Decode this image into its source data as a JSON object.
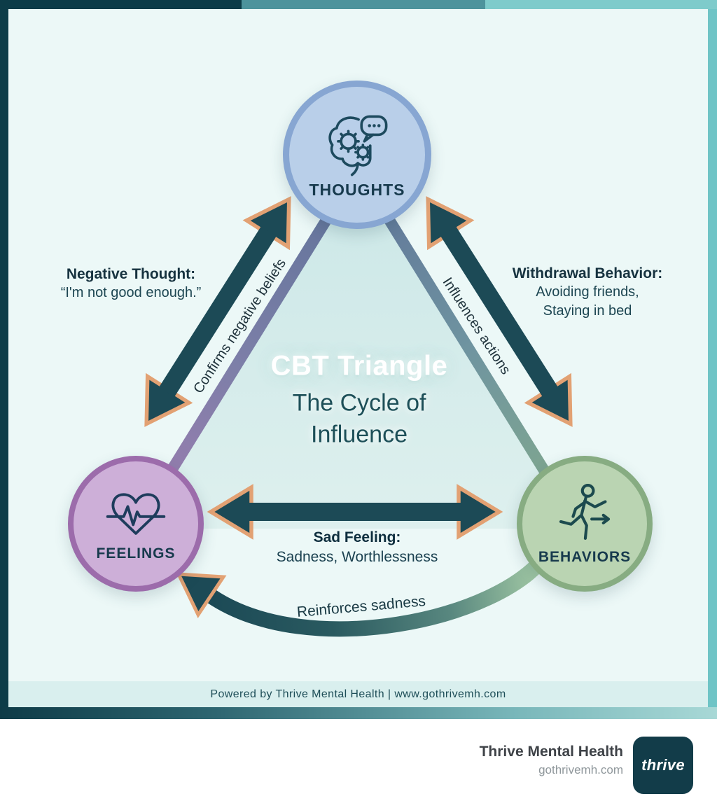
{
  "diagram": {
    "title": "CBT Triangle",
    "subtitle": [
      "The Cycle of",
      "Influence"
    ],
    "nodes": {
      "thoughts": {
        "label": "THOUGHTS",
        "icon": "brain-gears-icon"
      },
      "feelings": {
        "label": "FEELINGS",
        "icon": "heart-pulse-icon"
      },
      "behaviors": {
        "label": "BEHAVIORS",
        "icon": "running-person-icon"
      }
    },
    "edges": {
      "feelings_to_thoughts": "Confirms negative beliefs",
      "thoughts_to_behaviors": "Influences actions",
      "feelings_behaviors_title": "Sad Feeling:",
      "feelings_behaviors_sub": "Sadness, Worthlessness",
      "behaviors_to_feelings": "Reinforces sadness"
    },
    "annotations": {
      "negative_thought_title": "Negative Thought:",
      "negative_thought_quote": "“I'm not good enough.”",
      "withdrawal_title": "Withdrawal Behavior:",
      "withdrawal_line1": "Avoiding friends,",
      "withdrawal_line2": "Staying in bed"
    }
  },
  "powered_bar": "Powered by Thrive Mental Health | www.gothrivemh.com",
  "footer": {
    "brand": "Thrive Mental Health",
    "site": "gothrivemh.com",
    "logo_text": "thrive"
  },
  "palette": {
    "arrow": "#1c4a56",
    "arrow_accent": "#e2a173",
    "thoughts_fill": "#b9cfe9",
    "thoughts_border": "#87a6d2",
    "feelings_fill": "#cdafd8",
    "feelings_border": "#9c6cab",
    "behaviors_fill": "#bad4b2",
    "behaviors_border": "#87ac82",
    "background": "#ecf8f7",
    "frame_dark": "#0d3c48",
    "frame_mid": "#4d939c",
    "frame_light": "#7ecbcb",
    "logo_bg": "#123c49"
  }
}
